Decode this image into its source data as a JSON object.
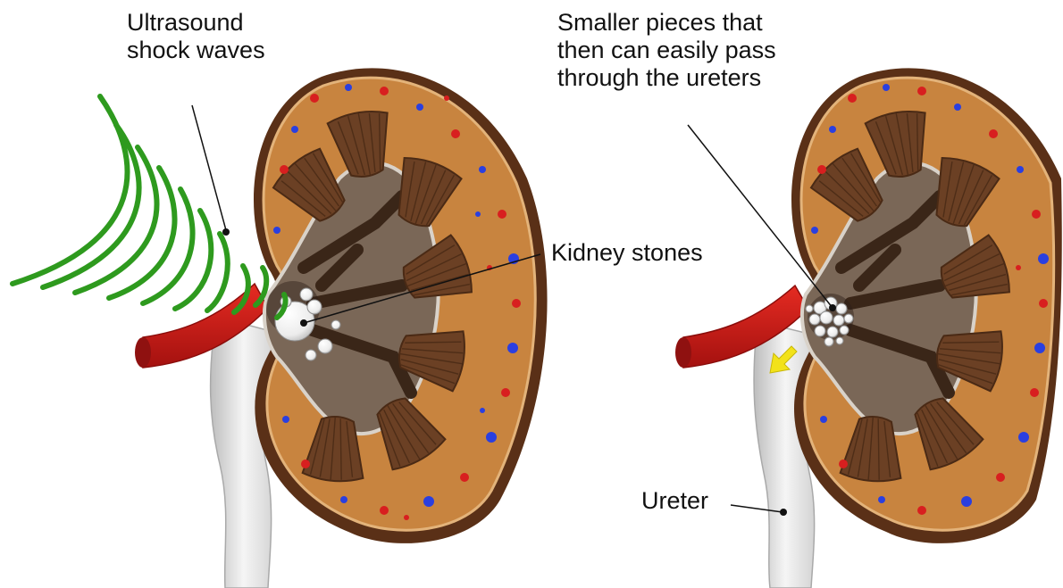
{
  "labels": {
    "shock_waves": [
      "Ultrasound",
      "shock waves"
    ],
    "kidney_stones": "Kidney stones",
    "smaller_pieces": [
      "Smaller pieces that",
      "then can easily pass",
      "through the ureters"
    ],
    "ureter": "Ureter"
  },
  "colors": {
    "capsule": "#5a3017",
    "cortex": "#c8843f",
    "pyramid": "#6b4024",
    "pelvis": "#7a6757",
    "ureter": "#e6e6e6",
    "vessel": "#d81f1f",
    "wave": "#2e9a1e",
    "arrow": "#f2e21a",
    "stone": "#ffffff"
  }
}
